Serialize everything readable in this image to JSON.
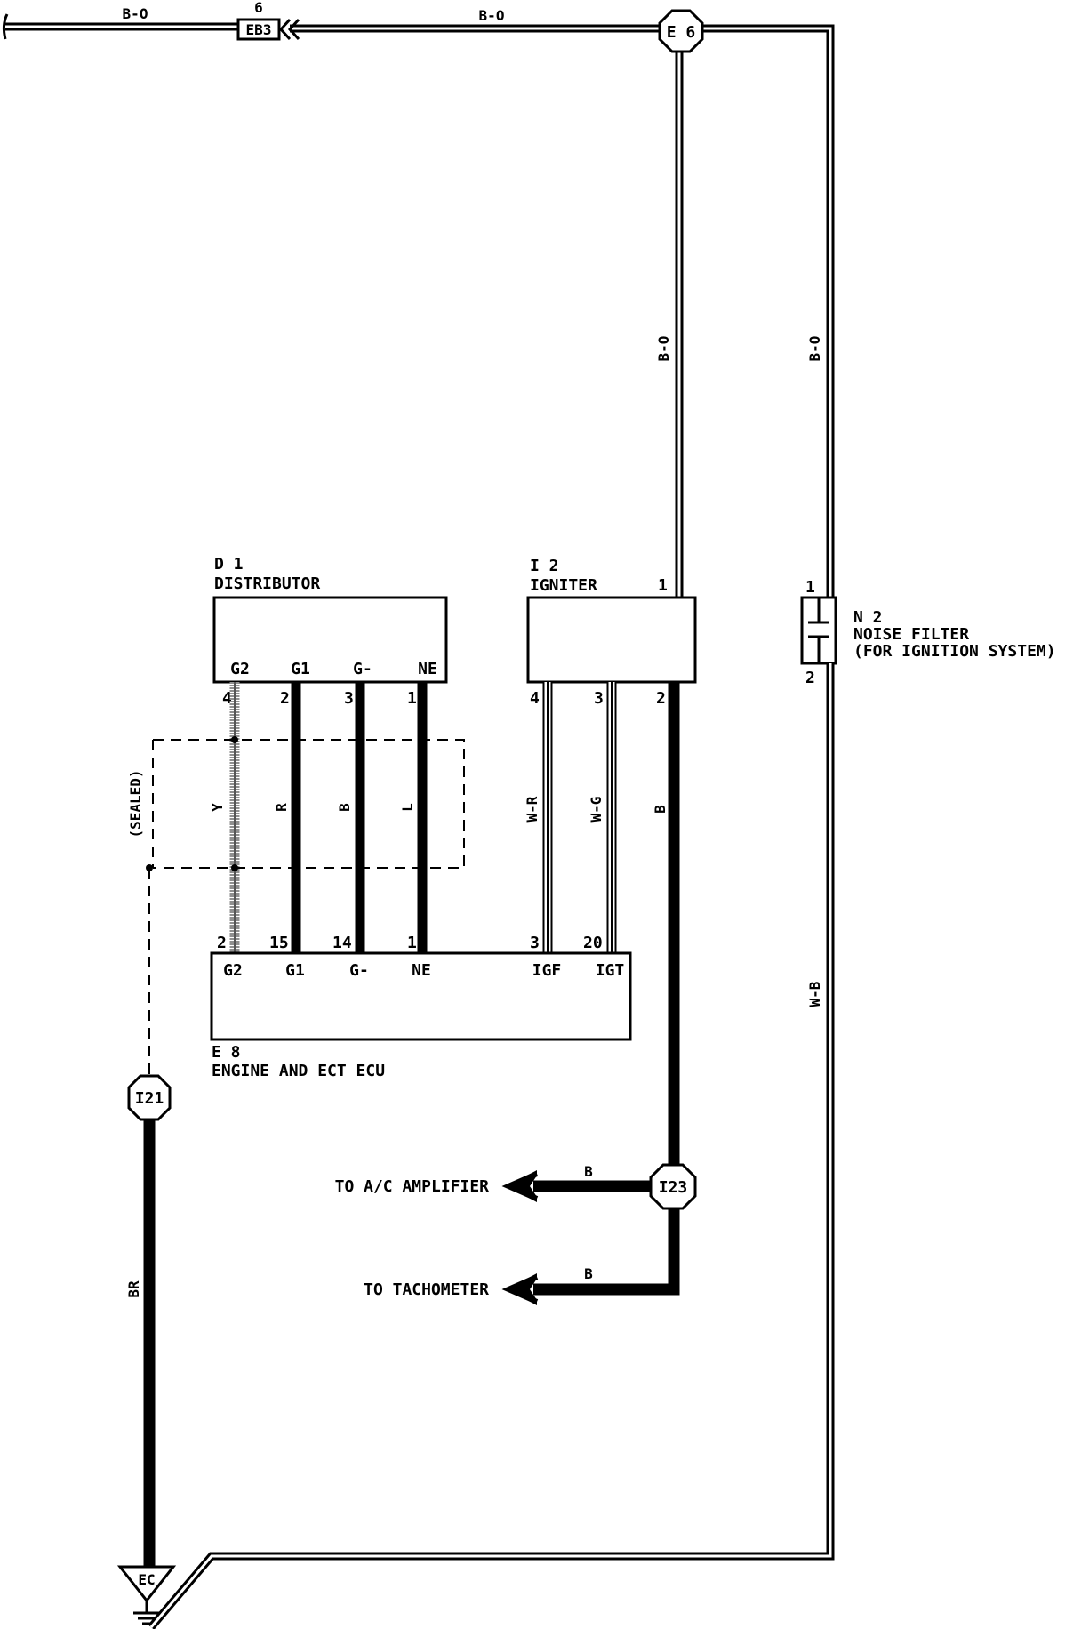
{
  "colors": {
    "line": "#000000",
    "background": "#ffffff",
    "shield_wire": "#9a9a9a"
  },
  "top_wire": {
    "left_color": "B-O",
    "right_color": "B-O",
    "connector_pin": "6",
    "connector_id": "EB3"
  },
  "junctions": {
    "e6": "E 6",
    "i21": "I21",
    "i23": "I23",
    "ground": "EC"
  },
  "distributor": {
    "code": "D 1",
    "name": "DISTRIBUTOR",
    "terminals": [
      "G2",
      "G1",
      "G-",
      "NE"
    ],
    "pins": [
      "4",
      "2",
      "3",
      "1"
    ],
    "wire_colors": [
      "Y",
      "R",
      "B",
      "L"
    ]
  },
  "igniter": {
    "code": "I 2",
    "name": "IGNITER",
    "pin_top": "1",
    "pins_bottom": [
      "4",
      "3",
      "2"
    ],
    "wire_colors": [
      "W-R",
      "W-G",
      "B"
    ]
  },
  "noise_filter": {
    "code": "N 2",
    "name": "NOISE FILTER",
    "note": "(FOR IGNITION SYSTEM)",
    "pin_top": "1",
    "pin_bottom": "2"
  },
  "ecu": {
    "code": "E 8",
    "name": "ENGINE AND ECT ECU",
    "terminals": [
      "G2",
      "G1",
      "G-",
      "NE",
      "IGF",
      "IGT"
    ],
    "pins": [
      "2",
      "15",
      "14",
      "1",
      "3",
      "20"
    ]
  },
  "sealed_label": "(SEALED)",
  "vertical_wires": {
    "e6_to_igniter": "B-O",
    "to_noise_filter": "B-O",
    "noise_filter_to_ground": "W-B",
    "i21_to_ground": "BR"
  },
  "outputs": {
    "ac_label": "TO A/C AMPLIFIER",
    "ac_wire": "B",
    "tach_label": "TO TACHOMETER",
    "tach_wire": "B"
  }
}
